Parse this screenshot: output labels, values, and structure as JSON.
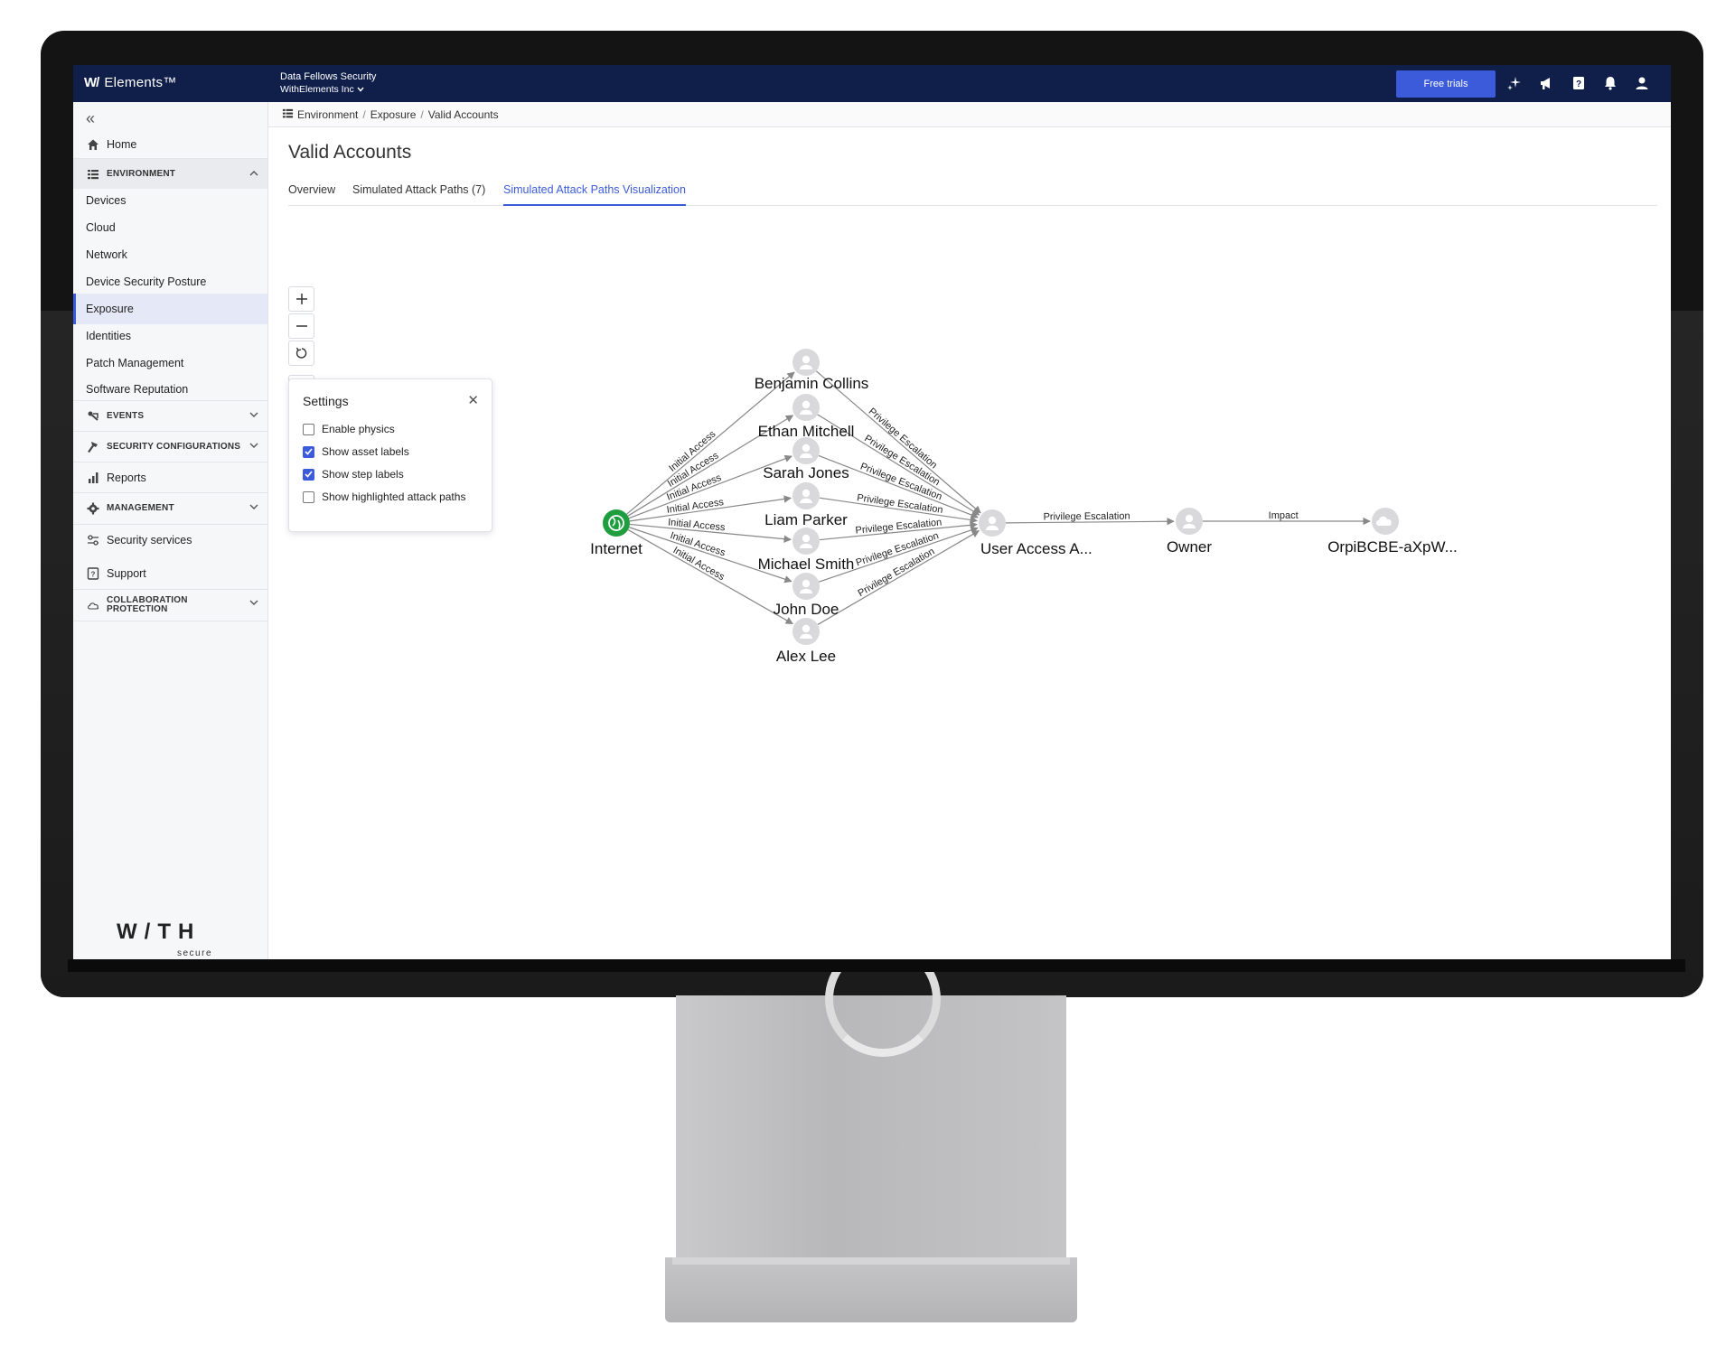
{
  "header": {
    "logo_mark": "W/",
    "logo_text": "Elements™",
    "org_name": "Data Fellows Security",
    "org_sub": "WithElements Inc",
    "trial_button": "Free trials"
  },
  "sidebar": {
    "home": "Home",
    "environment": "ENVIRONMENT",
    "env_items": [
      "Devices",
      "Cloud",
      "Network",
      "Device Security Posture",
      "Exposure",
      "Identities",
      "Patch Management",
      "Software Reputation"
    ],
    "events": "EVENTS",
    "security_configurations": "SECURITY CONFIGURATIONS",
    "reports": "Reports",
    "management": "MANAGEMENT",
    "security_services": "Security services",
    "support": "Support",
    "collab_line1": "COLLABORATION",
    "collab_line2": "PROTECTION",
    "brand": "W/TH",
    "brand_sub": "secure"
  },
  "breadcrumb": {
    "items": [
      "Environment",
      "Exposure",
      "Valid Accounts"
    ],
    "sep": "/"
  },
  "page": {
    "title": "Valid Accounts",
    "tabs": [
      "Overview",
      "Simulated Attack Paths (7)",
      "Simulated Attack Paths Visualization"
    ]
  },
  "settings": {
    "title": "Settings",
    "options": [
      {
        "label": "Enable physics",
        "checked": false
      },
      {
        "label": "Show asset labels",
        "checked": true
      },
      {
        "label": "Show step labels",
        "checked": true
      },
      {
        "label": "Show highlighted attack paths",
        "checked": false
      }
    ]
  },
  "graph": {
    "nodes": {
      "internet": "Internet",
      "users": [
        "Benjamin Collins",
        "Ethan Mitchell",
        "Sarah Jones",
        "Liam Parker",
        "Michael Smith",
        "John Doe",
        "Alex Lee"
      ],
      "uaa": "User Access A...",
      "owner": "Owner",
      "target": "OrpiBCBE-aXpW..."
    },
    "edge_labels": {
      "initial": "Initial Access",
      "priv": "Privilege Escalation",
      "impact": "Impact"
    },
    "colors": {
      "internet": "#1e9e3e",
      "node": "#d9d9dc",
      "edge": "#888888"
    }
  }
}
